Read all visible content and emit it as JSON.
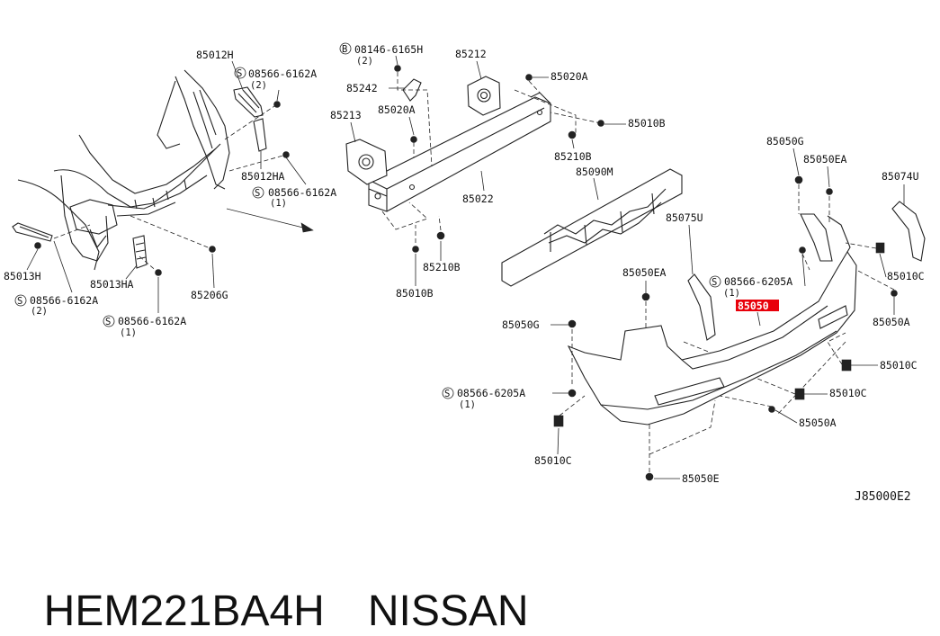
{
  "diagram": {
    "reference_code": "J85000E2",
    "highlighted_part": "85050",
    "callouts": [
      {
        "id": "c01",
        "part": "85012H",
        "qty": ""
      },
      {
        "id": "c02",
        "part": "08566-6162A",
        "qty": "(2)",
        "prefix": "S"
      },
      {
        "id": "c03",
        "part": "85012HA",
        "qty": ""
      },
      {
        "id": "c04",
        "part": "08566-6162A",
        "qty": "(1)",
        "prefix": "S"
      },
      {
        "id": "c05",
        "part": "85013H",
        "qty": ""
      },
      {
        "id": "c06",
        "part": "08566-6162A",
        "qty": "(2)",
        "prefix": "S"
      },
      {
        "id": "c07",
        "part": "85013HA",
        "qty": ""
      },
      {
        "id": "c08",
        "part": "08566-6162A",
        "qty": "(1)",
        "prefix": "S"
      },
      {
        "id": "c09",
        "part": "85206G",
        "qty": ""
      },
      {
        "id": "c10",
        "part": "08146-6165H",
        "qty": "(2)",
        "prefix": "B"
      },
      {
        "id": "c11",
        "part": "85242",
        "qty": ""
      },
      {
        "id": "c12",
        "part": "85212",
        "qty": ""
      },
      {
        "id": "c13",
        "part": "85020A",
        "qty": ""
      },
      {
        "id": "c14",
        "part": "85213",
        "qty": ""
      },
      {
        "id": "c15",
        "part": "85020A",
        "qty": ""
      },
      {
        "id": "c16",
        "part": "85010B",
        "qty": ""
      },
      {
        "id": "c17",
        "part": "85210B",
        "qty": ""
      },
      {
        "id": "c18",
        "part": "85022",
        "qty": ""
      },
      {
        "id": "c19",
        "part": "85090M",
        "qty": ""
      },
      {
        "id": "c20",
        "part": "85210B",
        "qty": ""
      },
      {
        "id": "c21",
        "part": "85010B",
        "qty": ""
      },
      {
        "id": "c22",
        "part": "85050G",
        "qty": ""
      },
      {
        "id": "c23",
        "part": "85050EA",
        "qty": ""
      },
      {
        "id": "c24",
        "part": "85074U",
        "qty": ""
      },
      {
        "id": "c25",
        "part": "85075U",
        "qty": ""
      },
      {
        "id": "c26",
        "part": "85010C",
        "qty": ""
      },
      {
        "id": "c27",
        "part": "85050EA",
        "qty": ""
      },
      {
        "id": "c28",
        "part": "08566-6205A",
        "qty": "(1)",
        "prefix": "S"
      },
      {
        "id": "c29",
        "part": "85050A",
        "qty": ""
      },
      {
        "id": "c30",
        "part": "85050G",
        "qty": ""
      },
      {
        "id": "c31",
        "part": "85010C",
        "qty": ""
      },
      {
        "id": "c32",
        "part": "08566-6205A",
        "qty": "(1)",
        "prefix": "S"
      },
      {
        "id": "c33",
        "part": "85010C",
        "qty": ""
      },
      {
        "id": "c34",
        "part": "85050A",
        "qty": ""
      },
      {
        "id": "c35",
        "part": "85010C",
        "qty": ""
      },
      {
        "id": "c36",
        "part": "85050E",
        "qty": ""
      }
    ]
  },
  "footer": {
    "part_number": "HEM221BA4H",
    "brand": "NISSAN"
  }
}
